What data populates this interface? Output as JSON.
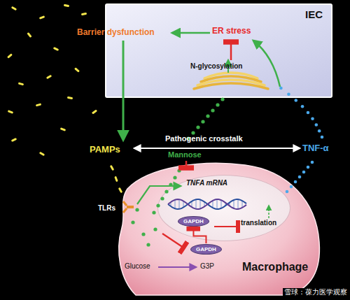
{
  "diagram": {
    "nodes": [
      {
        "text": [
          "IEC"
        ]
      },
      {
        "text": [
          "Macrophage"
        ]
      },
      {
        "text": [
          "TNFA mRNA",
          "translation"
        ],
        "in": 1
      },
      {
        "text": [
          "GAPDH"
        ],
        "in": 2
      },
      {
        "text": [
          "GAPDH"
        ],
        "in": 1
      }
    ],
    "edges": [
      {
        "from": 4,
        "to": 3,
        "arrow": "to"
      }
    ],
    "labels": [
      "Barrier dysfunction",
      "ER stress",
      "N-glycosylation",
      "PAMPs",
      "Pathogenic crosstalk",
      "Mannose",
      "TNF-α",
      "TLRs",
      "Glucose",
      "G3P",
      "雪球：葆力医学观察"
    ]
  }
}
